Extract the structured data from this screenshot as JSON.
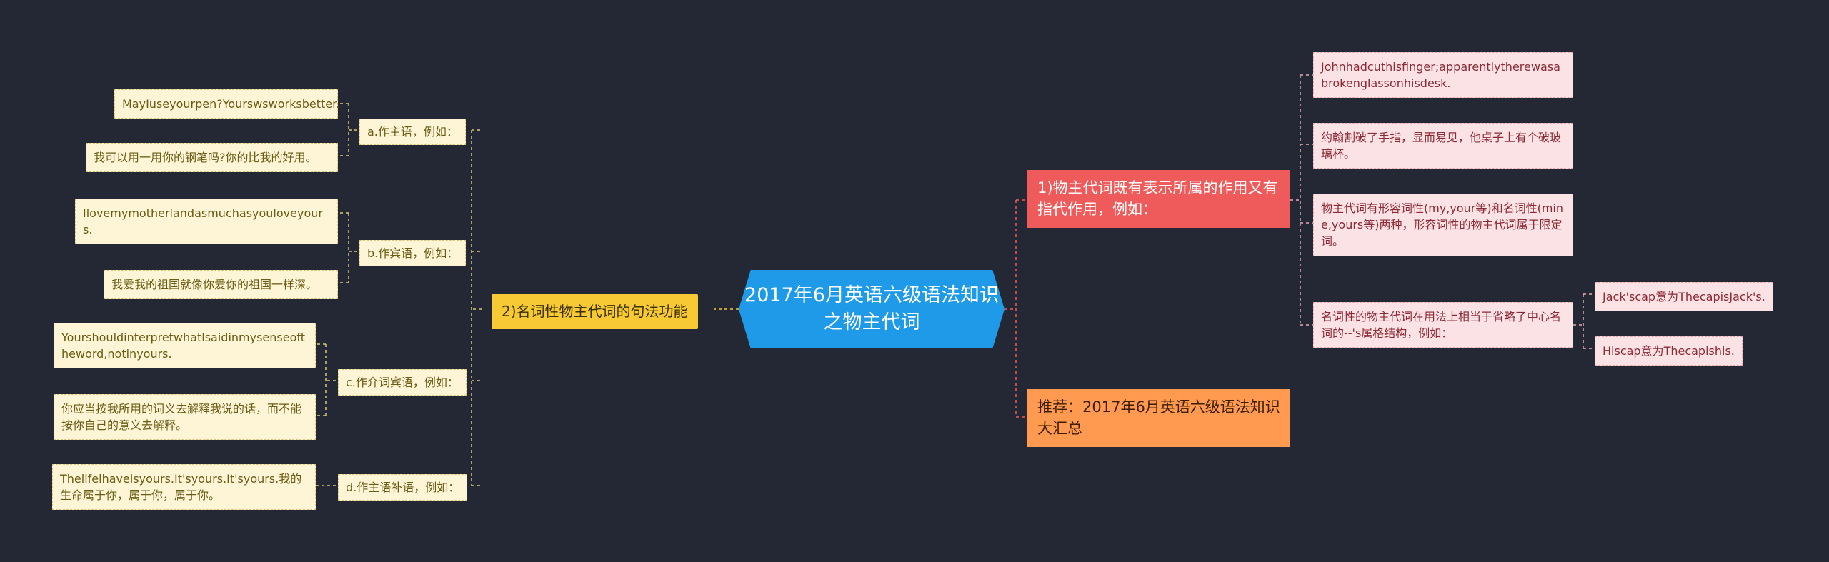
{
  "center": "2017年6月英语六级语法知识之物主代词",
  "left_branch": {
    "label": "2)名词性物主代词的句法功能",
    "subs": [
      {
        "label": "a.作主语，例如：",
        "leaves": [
          "MayIuseyourpen?Yourswsworksbetter.",
          "我可以用一用你的钢笔吗?你的比我的好用。"
        ]
      },
      {
        "label": "b.作宾语，例如：",
        "leaves": [
          "Ilovemymotherlandasmuchasyouloveyours.",
          "我爱我的祖国就像你爱你的祖国一样深。"
        ]
      },
      {
        "label": "c.作介词宾语，例如：",
        "leaves": [
          "Yourshouldinterpretwhatlsaidinmysenseoftheword,notinyours.",
          "你应当按我所用的词义去解释我说的话，而不能按你自己的意义去解释。"
        ]
      },
      {
        "label": "d.作主语补语，例如：",
        "leaves": [
          "Thelifelhaveisyours.It'syours.It'syours.我的生命属于你，属于你，属于你。"
        ]
      }
    ]
  },
  "right_branches": [
    {
      "label": "1)物主代词既有表示所属的作用又有指代作用，例如：",
      "leaves": [
        "Johnhadcuthisfinger;apparentlytherewasabrokenglassonhisdesk.",
        "约翰割破了手指，显而易见，他桌子上有个破玻璃杯。",
        "物主代词有形容词性(my,your等)和名词性(mine,yours等)两种，形容词性的物主代词属于限定词。",
        "名词性的物主代词在用法上相当于省略了中心名词的--'s属格结构，例如："
      ],
      "sub_leaves": [
        "Jack'scap意为ThecapisJack's.",
        "Hiscap意为Thecapishis."
      ]
    },
    {
      "label": "推荐：2017年6月英语六级语法知识大汇总"
    }
  ]
}
